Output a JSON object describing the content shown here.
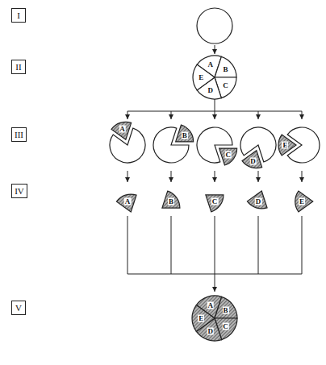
{
  "diagram": {
    "nodes": [
      {
        "text": [
          "I"
        ]
      },
      {
        "text": [
          "II"
        ]
      },
      {
        "text": [
          "III"
        ]
      },
      {
        "text": [
          "IV"
        ]
      },
      {
        "text": [
          "V"
        ]
      }
    ],
    "labels": [
      "A",
      "B",
      "C",
      "D",
      "E",
      "A",
      "B",
      "C",
      "D",
      "E",
      "A",
      "B",
      "C",
      "D",
      "E",
      "A",
      "B",
      "C",
      "D",
      "E"
    ]
  }
}
